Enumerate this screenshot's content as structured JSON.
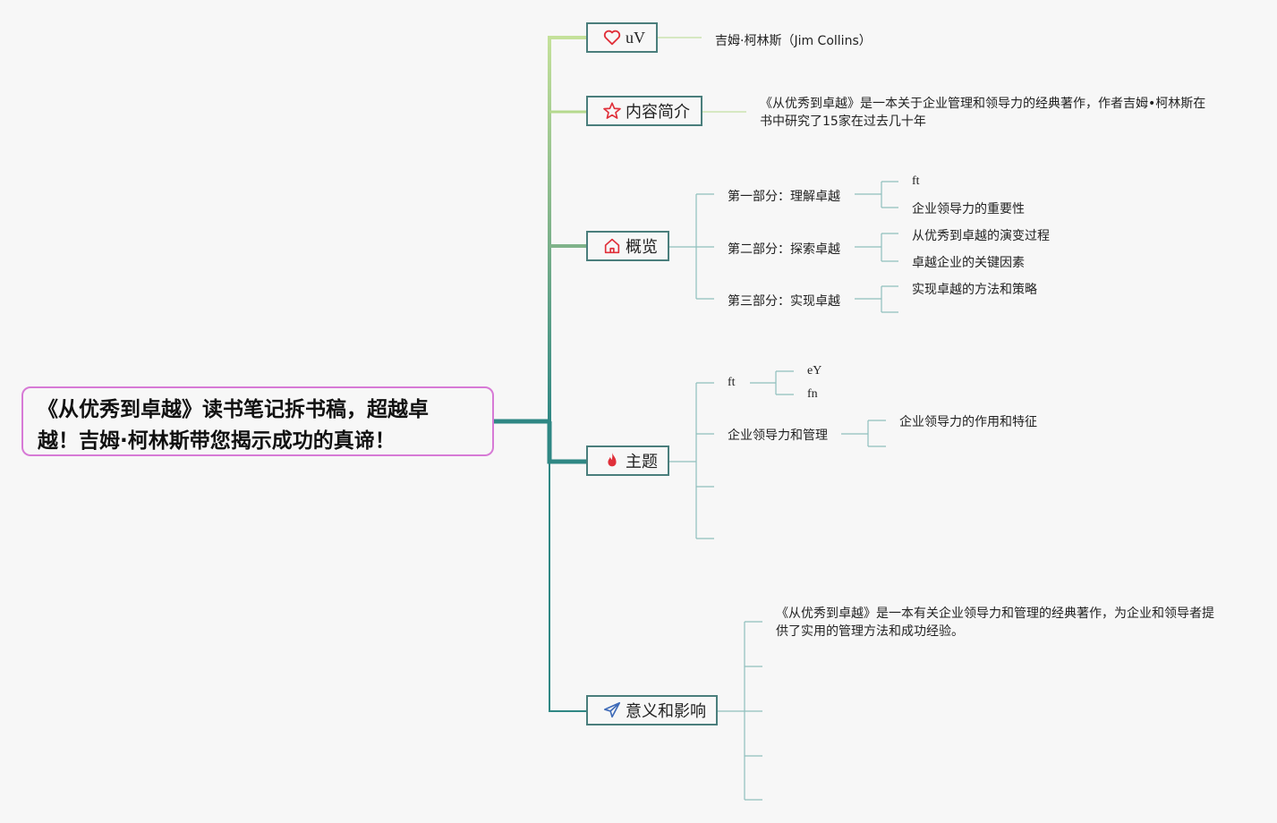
{
  "root": {
    "line1": "《从优秀到卓越》读书笔记拆书稿，超越卓",
    "line2": "越！吉姆·柯林斯带您揭示成功的真谛！"
  },
  "topics": {
    "author": {
      "label": "uV",
      "icon": "heart-icon",
      "children": [
        "吉姆·柯林斯（Jim Collins）"
      ]
    },
    "intro": {
      "label": "内容简介",
      "icon": "star-icon",
      "text": "《从优秀到卓越》是一本关于企业管理和领导力的经典著作，作者吉姆•柯林斯在书中研究了15家在过去几十年"
    },
    "overview": {
      "label": "概览",
      "icon": "home-icon",
      "parts": [
        {
          "label": "第一部分：理解卓越",
          "children": [
            "ft",
            "企业领导力的重要性"
          ]
        },
        {
          "label": "第二部分：探索卓越",
          "children": [
            "从优秀到卓越的演变过程",
            "卓越企业的关键因素"
          ]
        },
        {
          "label": "第三部分：实现卓越",
          "children": [
            "实现卓越的方法和策略"
          ]
        }
      ]
    },
    "theme": {
      "label": "主题",
      "icon": "fire-icon",
      "items": [
        {
          "label": "ft",
          "children": [
            "eY",
            "fn"
          ]
        },
        {
          "label": "企业领导力和管理",
          "children": [
            "企业领导力的作用和特征"
          ]
        }
      ]
    },
    "impact": {
      "label": "意义和影响",
      "icon": "send-icon",
      "text": "《从优秀到卓越》是一本有关企业领导力和管理的经典著作，为企业和领导者提供了实用的管理方法和成功经验。"
    }
  },
  "colors": {
    "root_border": "#d77ad6",
    "topic_border": "#4a7e7c",
    "branch_teal": "#2f8784",
    "branch_green": "#b5d98e",
    "leaf_line": "#8fbfbd",
    "icon_red": "#e0303a"
  }
}
